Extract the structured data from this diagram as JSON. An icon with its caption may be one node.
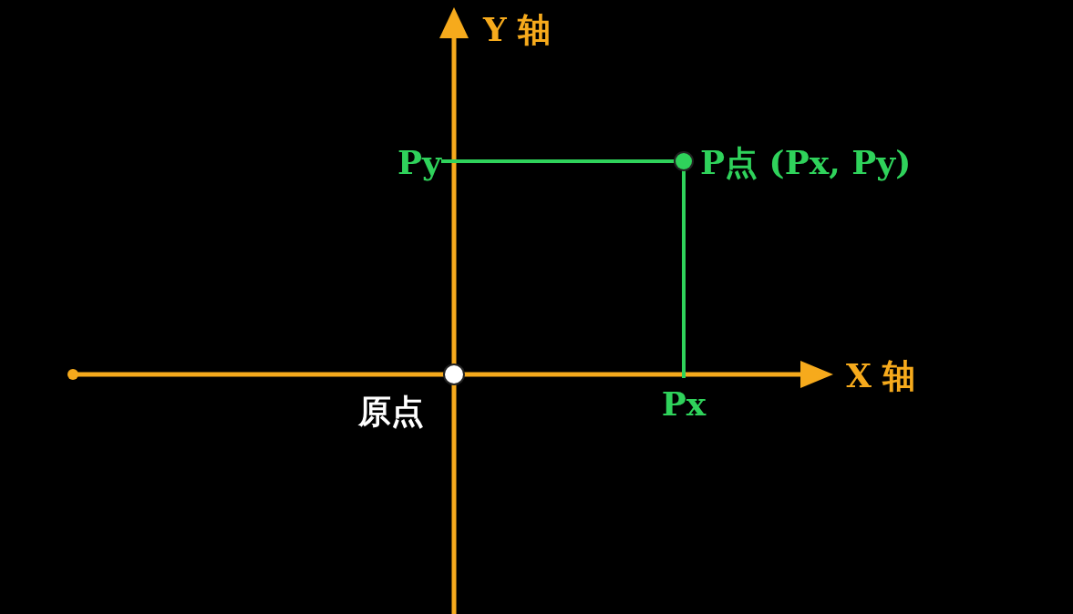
{
  "diagram": {
    "nodes": [
      {
        "text": [],
        "shape": "circle",
        "beside": [
          "原点"
        ]
      },
      {
        "text": [],
        "shape": "circle",
        "beside": [
          "P点 (Px, Py)"
        ]
      },
      {
        "text": [
          "Py"
        ]
      },
      {
        "text": [
          "Px"
        ]
      }
    ],
    "edges": [
      {
        "from": 1,
        "to": 2,
        "arrow": "none"
      },
      {
        "from": 1,
        "to": 3,
        "arrow": "none"
      }
    ],
    "labels": [
      "Y 轴",
      "X 轴"
    ]
  }
}
